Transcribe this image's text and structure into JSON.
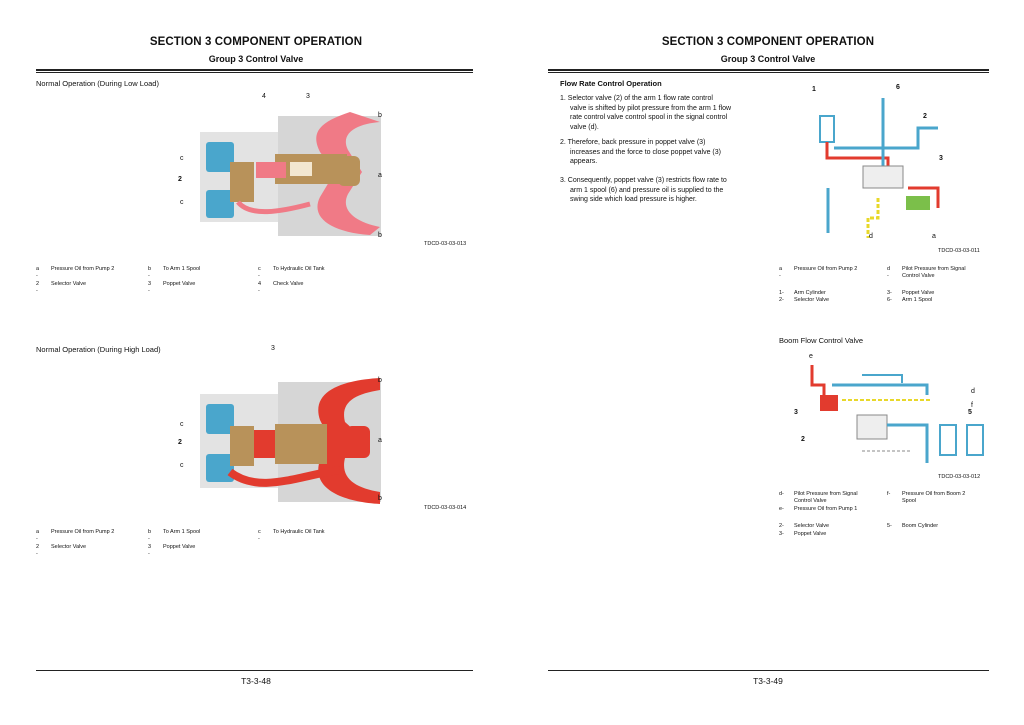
{
  "left": {
    "section": "SECTION 3 COMPONENT OPERATION",
    "group": "Group 3 Control Valve",
    "fig1": {
      "heading": "Normal Operation (During Low Load)",
      "caption": "TDCD-03-03-013",
      "labels": {
        "n4": "4",
        "n3": "3",
        "b": "b",
        "c": "c",
        "n2": "2",
        "a": "a"
      },
      "legend": [
        [
          "a -",
          "Pressure Oil from Pump 2",
          "b -",
          "To Arm 1 Spool",
          "c -",
          "To Hydraulic Oil Tank"
        ],
        [
          "2 -",
          "Selector Valve",
          "3 -",
          "Poppet Valve",
          "4 -",
          "Check Valve"
        ]
      ]
    },
    "fig2": {
      "heading": "Normal Operation (During High Load)",
      "caption": "TDCD-03-03-014",
      "labels": {
        "n3": "3",
        "b": "b",
        "c": "c",
        "n2": "2",
        "a": "a"
      },
      "legend": [
        [
          "a -",
          "Pressure Oil from Pump 2",
          "b -",
          "To Arm 1 Spool",
          "c -",
          "To Hydraulic Oil Tank"
        ],
        [
          "2 -",
          "Selector Valve",
          "3 -",
          "Poppet Valve",
          "",
          ""
        ]
      ]
    },
    "footer": "T3-3-48"
  },
  "right": {
    "section": "SECTION 3 COMPONENT OPERATION",
    "group": "Group 3 Control Valve",
    "flow_heading": "Flow Rate Control Operation",
    "steps": [
      [
        "1. Selector valve (2) of the arm 1 flow rate control",
        "valve is shifted by pilot pressure from the arm 1 flow",
        "rate control valve control spool in the signal control",
        "valve (d)."
      ],
      [
        "2. Therefore, back pressure in poppet valve (3)",
        "increases and the force to close poppet valve (3)",
        "appears."
      ],
      [
        "3. Consequently, poppet valve (3) restricts flow rate to",
        "arm 1 spool (6) and pressure oil is supplied to the",
        "swing side which load pressure is higher."
      ]
    ],
    "fig1": {
      "caption": "TDCD-03-03-011",
      "labels": {
        "n1": "1",
        "n6": "6",
        "n2": "2",
        "n3": "3",
        "d": "d",
        "a": "a"
      },
      "legend_a": [
        [
          "a -",
          "Pressure Oil from Pump 2",
          "d -",
          "Pilot Pressure from Signal"
        ],
        [
          "",
          "",
          "",
          "Control Valve"
        ]
      ],
      "legend_b": [
        [
          "1-",
          "Arm Cylinder",
          "3-",
          "Poppet Valve"
        ],
        [
          "2-",
          "Selector Valve",
          "6-",
          "Arm 1 Spool"
        ]
      ]
    },
    "boom_heading": "Boom Flow Control Valve",
    "fig2": {
      "caption": "TDCD-03-03-012",
      "labels": {
        "e": "e",
        "d": "d",
        "f": "f",
        "n3": "3",
        "n5": "5",
        "n2": "2"
      },
      "legend_a": [
        [
          "d-",
          "Pilot Pressure from Signal",
          "f-",
          "Pressure Oil from Boom 2"
        ],
        [
          "",
          "Control Valve",
          "",
          "Spool"
        ],
        [
          "e-",
          "Pressure Oil from Pump 1",
          "",
          ""
        ]
      ],
      "legend_b": [
        [
          "2-",
          "Selector Valve",
          "5-",
          "Boom Cylinder"
        ],
        [
          "3-",
          "Poppet Valve",
          "",
          ""
        ]
      ]
    },
    "footer": "T3-3-49"
  },
  "colors": {
    "oil_red": "#e23b2e",
    "oil_pink": "#f07a86",
    "tank_blue": "#4aa6cc",
    "pilot_yellow": "#e8d82a",
    "body_gray": "#cfcfcf",
    "brass": "#b8925a"
  }
}
